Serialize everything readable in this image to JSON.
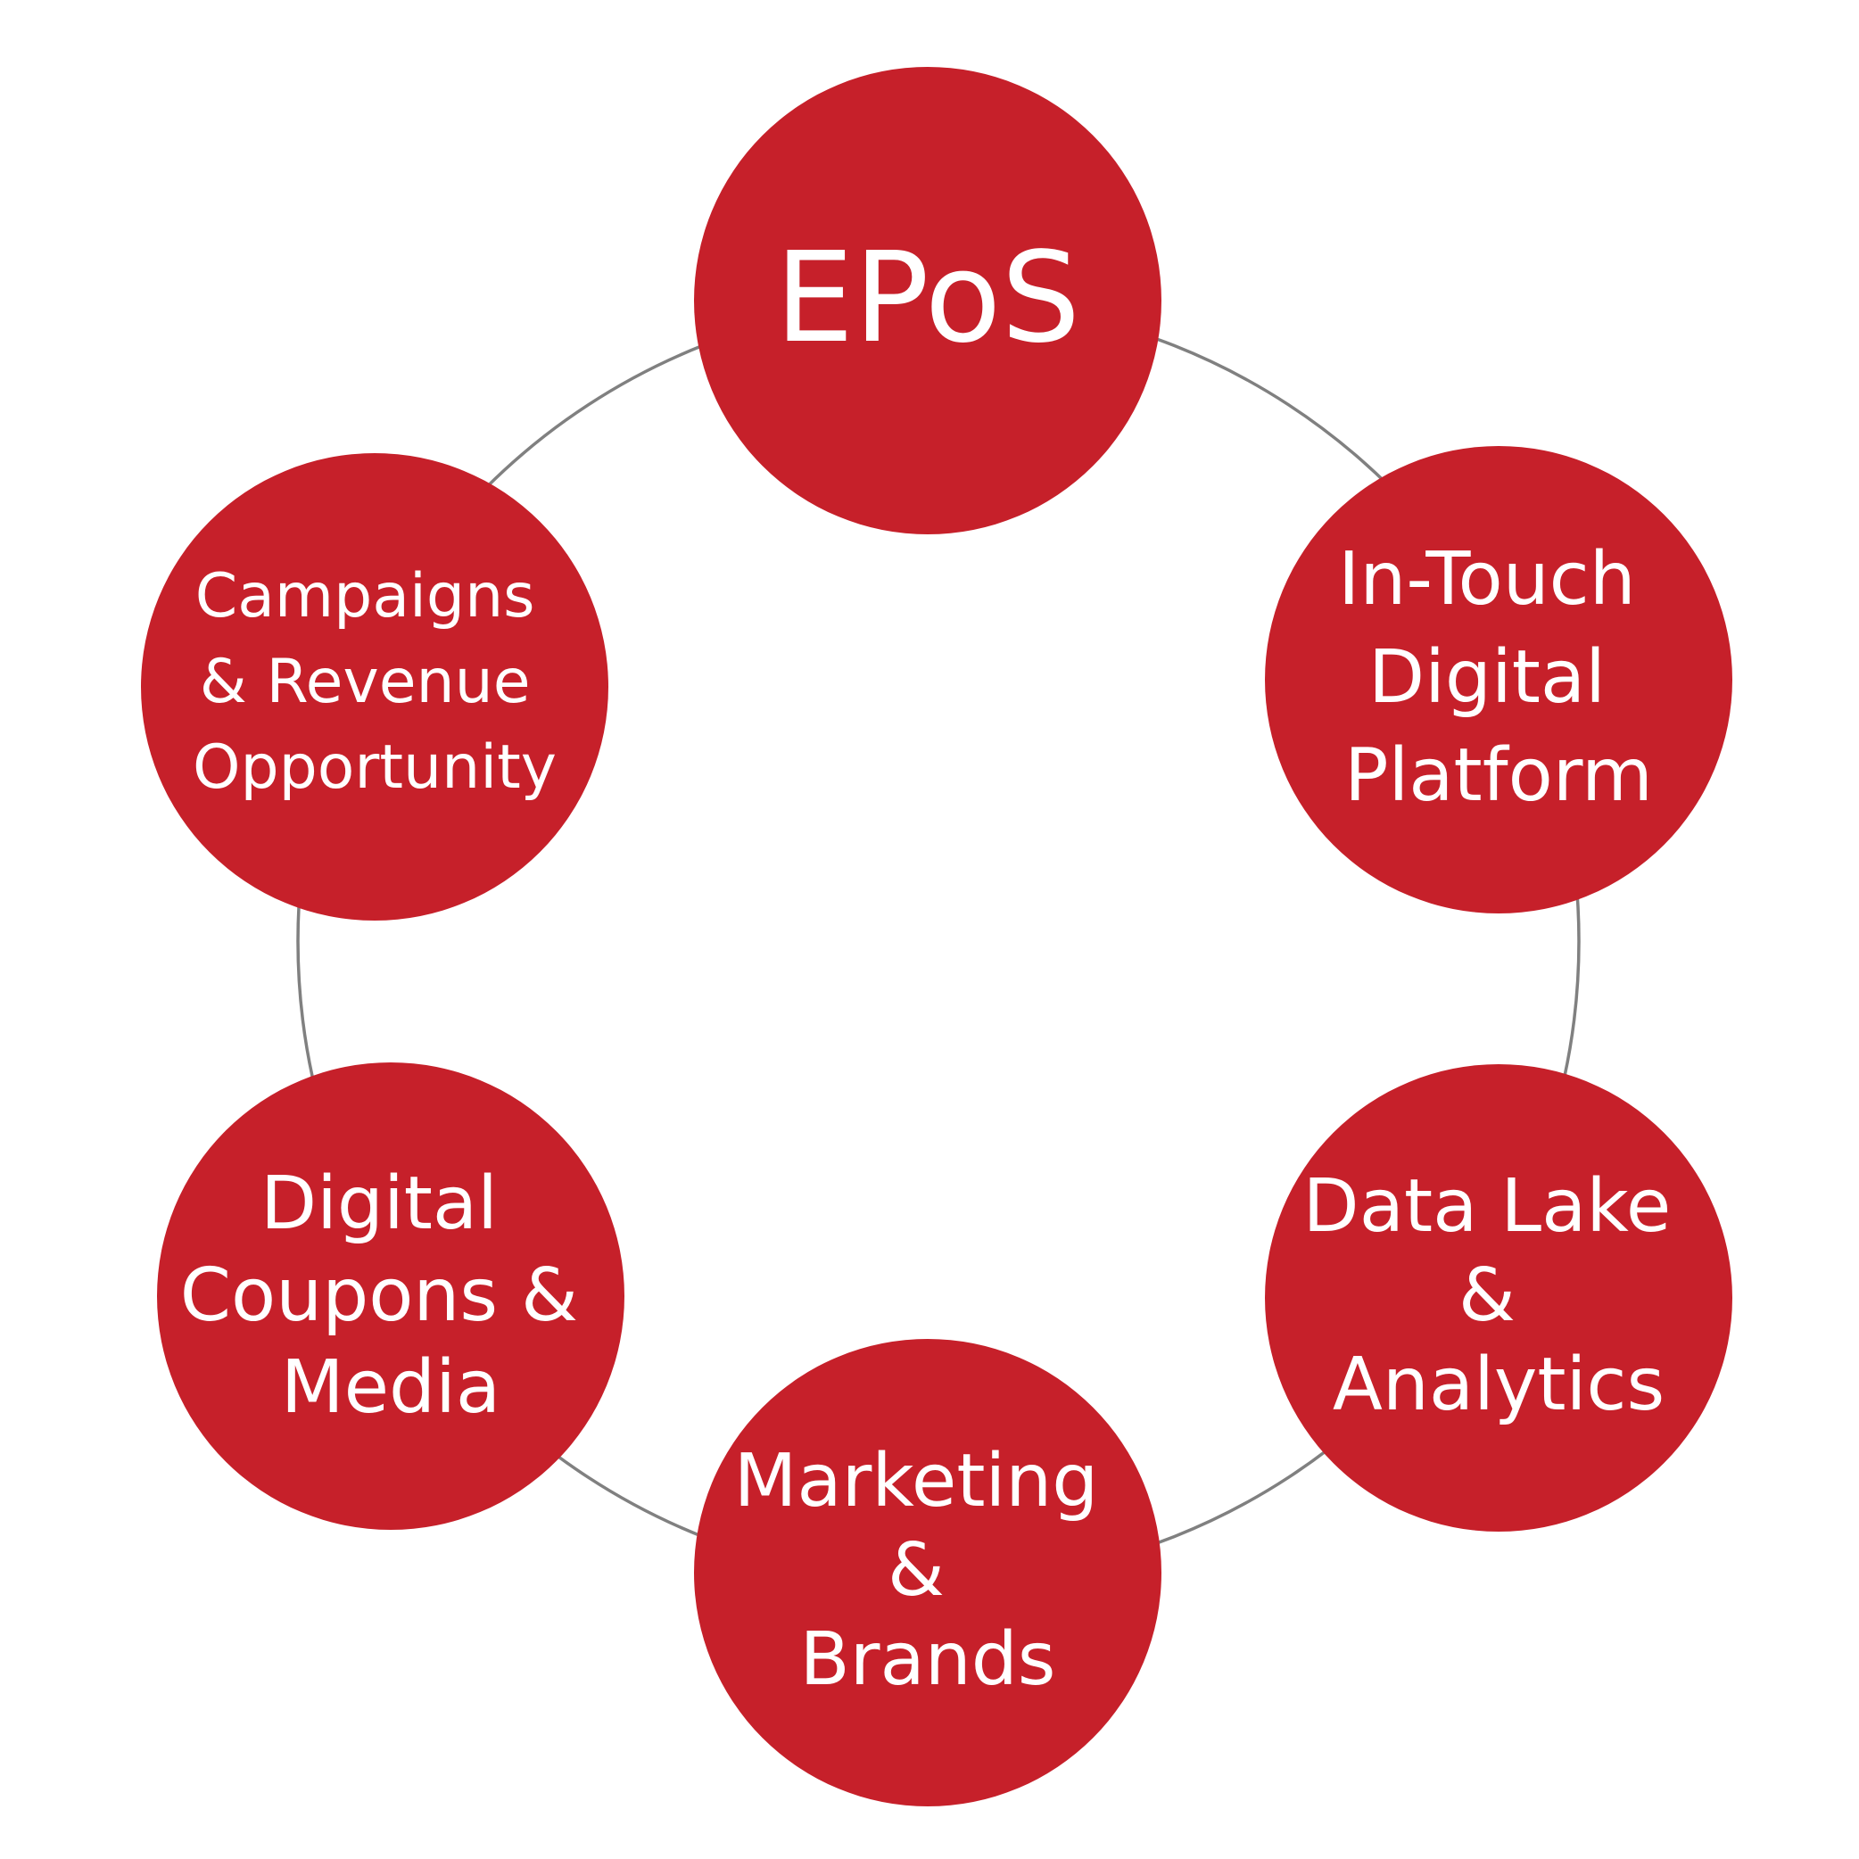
{
  "diagram": {
    "colors": {
      "node_fill": "#c6202a",
      "node_text": "#ffffff",
      "ring_stroke": "#808080",
      "background": "#ffffff"
    },
    "nodes": [
      {
        "id": "epos",
        "lines": [
          "EPoS"
        ]
      },
      {
        "id": "in-touch",
        "lines": [
          "In-Touch",
          "Digital",
          "Platform"
        ]
      },
      {
        "id": "data-lake",
        "lines": [
          "Data Lake",
          "&",
          "Analytics"
        ]
      },
      {
        "id": "marketing",
        "lines": [
          "Marketing",
          "&",
          "Brands"
        ]
      },
      {
        "id": "coupons",
        "lines": [
          "Digital",
          "Coupons &",
          "Media"
        ]
      },
      {
        "id": "campaigns",
        "lines": [
          "Campaigns",
          "& Revenue",
          "Opportunity"
        ]
      }
    ]
  }
}
